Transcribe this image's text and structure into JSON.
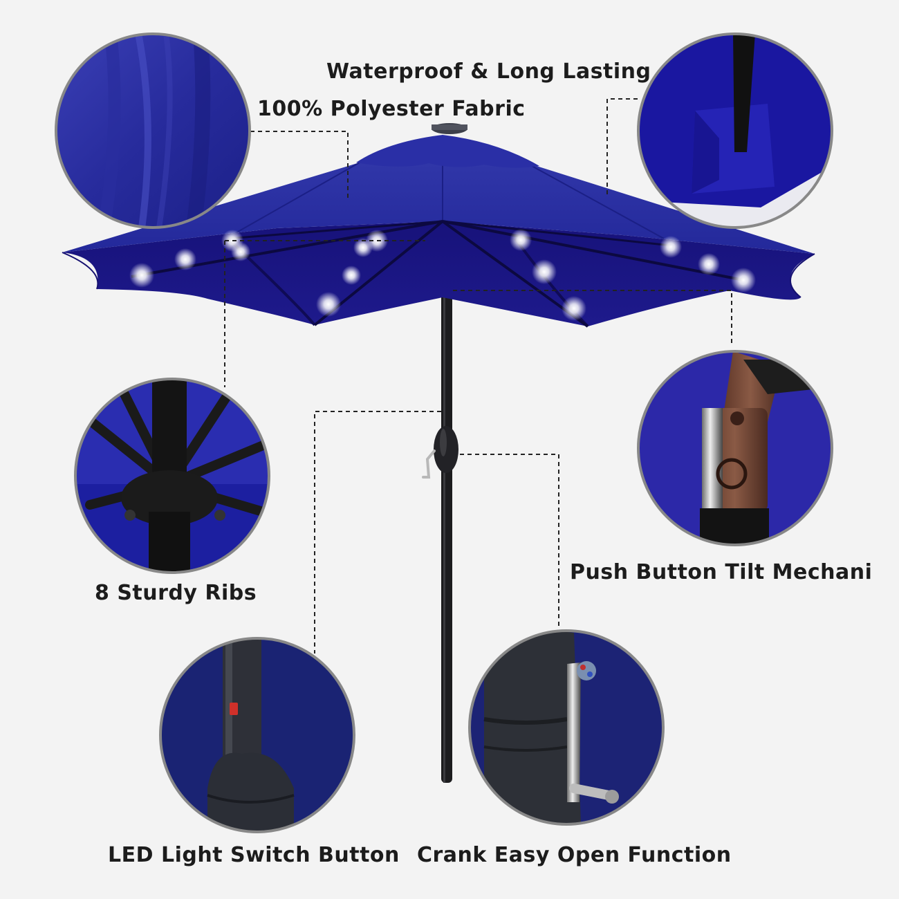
{
  "labels": {
    "waterproof": "Waterproof & Long Lasting",
    "polyester": "100% Polyester Fabric",
    "ribs": "8 Sturdy Ribs",
    "tilt": "Push Button Tilt Mechani",
    "led_switch": "LED Light Switch Button",
    "crank": "Crank Easy Open Function"
  },
  "colors": {
    "canopy": "#1e2391",
    "canopy_dark": "#140f6e",
    "pole": "#1a1a1c",
    "ring": "#888888",
    "background": "#f3f3f3",
    "led": "#ffffff"
  },
  "icons": {
    "led": "led-light-icon",
    "solar": "solar-panel-icon"
  }
}
